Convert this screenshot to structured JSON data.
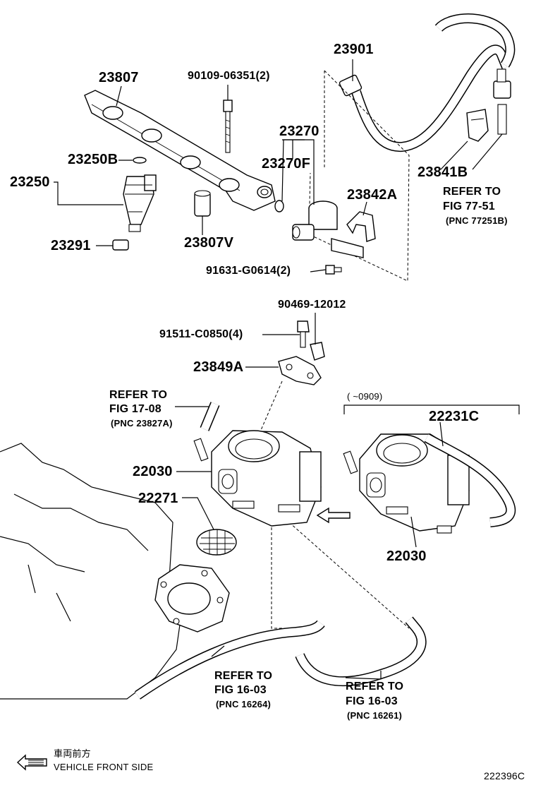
{
  "labels": {
    "p23901": "23901",
    "p23807": "23807",
    "p90109": "90109-06351(2)",
    "p23270": "23270",
    "p23270f": "23270F",
    "p23250b": "23250B",
    "p23250": "23250",
    "p23291": "23291",
    "p23807v": "23807V",
    "p23842a": "23842A",
    "p23841b": "23841B",
    "p91631": "91631-G0614(2)",
    "p90469": "90469-12012",
    "p91511": "91511-C0850(4)",
    "p23849a": "23849A",
    "p22030a": "22030",
    "p22271": "22271",
    "p22231c": "22231C",
    "p22030b": "22030",
    "date_range": "(      ~0909)"
  },
  "references": {
    "fig7751": {
      "line1": "REFER TO",
      "line2": "FIG 77-51",
      "line3": "(PNC 77251B)"
    },
    "fig1708": {
      "line1": "REFER TO",
      "line2": "FIG 17-08",
      "line3": "(PNC 23827A)"
    },
    "fig1603a": {
      "line1": "REFER TO",
      "line2": "FIG 16-03",
      "line3": "(PNC 16264)"
    },
    "fig1603b": {
      "line1": "REFER TO",
      "line2": "FIG 16-03",
      "line3": "(PNC 16261)"
    }
  },
  "legend": {
    "japanese": "車両前方",
    "english": "VEHICLE FRONT SIDE"
  },
  "diagram_code": "222396C"
}
